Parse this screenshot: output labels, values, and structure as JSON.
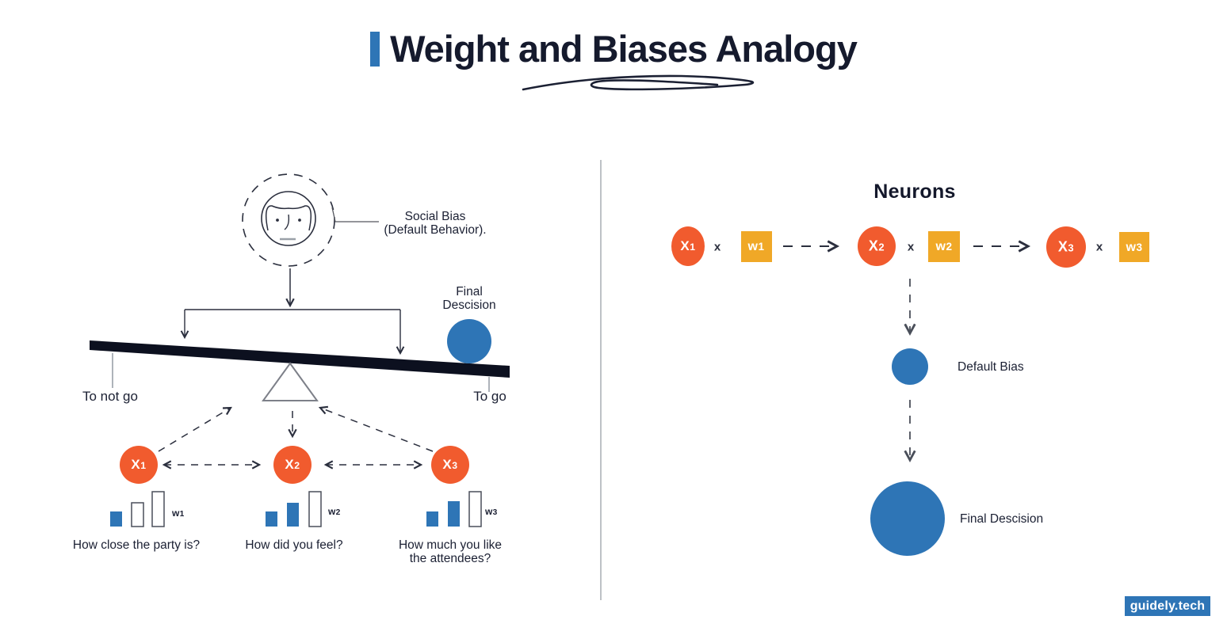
{
  "title": "Weight and Biases Analogy",
  "left_panel": {
    "social_bias_line1": "Social Bias",
    "social_bias_line2": "(Default Behavior).",
    "final_decision_line1": "Final",
    "final_decision_line2": "Descision",
    "to_not_go": "To not go",
    "to_go": "To go",
    "nodes": [
      {
        "base": "X",
        "sub": "1"
      },
      {
        "base": "X",
        "sub": "2"
      },
      {
        "base": "X",
        "sub": "3"
      }
    ],
    "weights": [
      {
        "base": "w",
        "sub": "1"
      },
      {
        "base": "w",
        "sub": "2"
      },
      {
        "base": "w",
        "sub": "3"
      }
    ],
    "weight_bars": [
      {
        "name": "w1",
        "bars": [
          {
            "height": 19,
            "filled": true
          },
          {
            "height": 30,
            "filled": false
          },
          {
            "height": 44,
            "filled": false
          }
        ]
      },
      {
        "name": "w2",
        "bars": [
          {
            "height": 19,
            "filled": true
          },
          {
            "height": 30,
            "filled": true
          },
          {
            "height": 44,
            "filled": false
          }
        ]
      },
      {
        "name": "w3",
        "bars": [
          {
            "height": 19,
            "filled": true
          },
          {
            "height": 32,
            "filled": true
          },
          {
            "height": 44,
            "filled": false
          }
        ]
      }
    ],
    "questions": {
      "q1": "How close the party is?",
      "q2": "How did you feel?",
      "q3_line1": "How much you like",
      "q3_line2": "the attendees?"
    }
  },
  "right_panel": {
    "heading": "Neurons",
    "multiply": "x",
    "nodes": [
      {
        "base": "X",
        "sub": "1"
      },
      {
        "base": "X",
        "sub": "2"
      },
      {
        "base": "X",
        "sub": "3"
      }
    ],
    "weights": [
      {
        "base": "w",
        "sub": "1"
      },
      {
        "base": "w",
        "sub": "2"
      },
      {
        "base": "w",
        "sub": "3"
      }
    ],
    "default_bias_label": "Default Bias",
    "final_decision_label": "Final Descision"
  },
  "logo": "guidely.tech",
  "colors": {
    "orange": "#f15b2e",
    "yellow": "#f0a827",
    "blue": "#2e75b6",
    "ink": "#1b2033",
    "seesaw": "#0c101f"
  }
}
